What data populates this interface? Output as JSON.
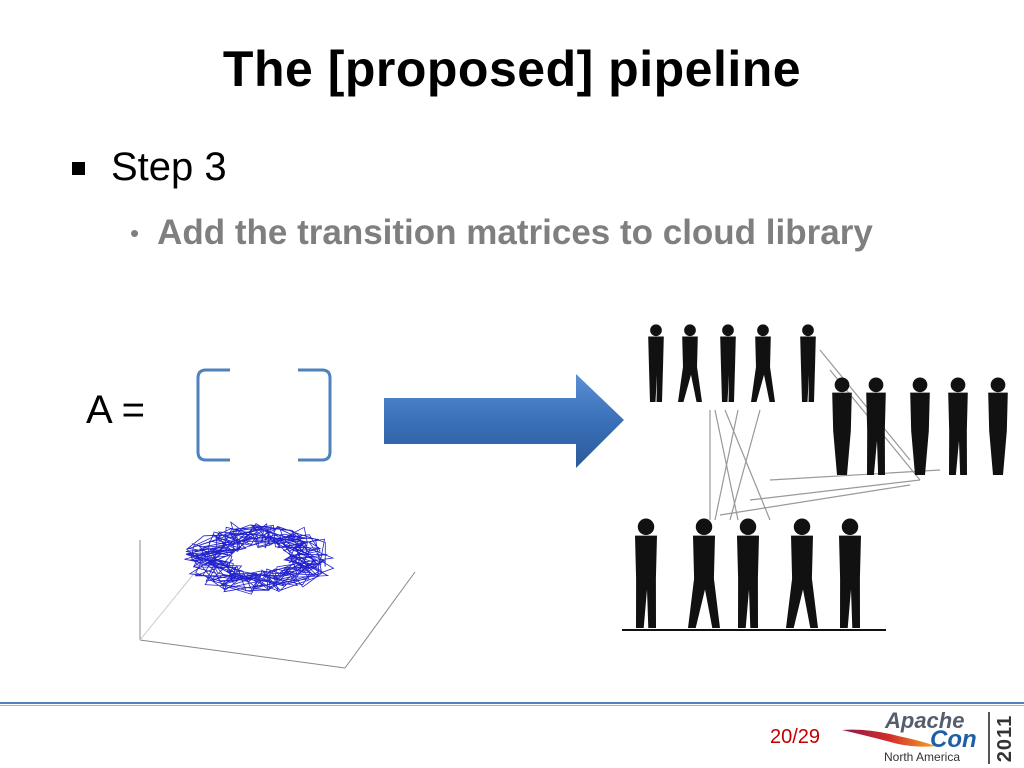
{
  "slide": {
    "title": "The [proposed] pipeline",
    "bullet_level1": "Step 3",
    "bullet_level2": "Add the transition matrices to cloud library",
    "equation_label": "A =",
    "page_number": "20/29"
  },
  "footer": {
    "logo": {
      "apache": "Apache",
      "con": "Con",
      "region": "North America",
      "year": "2011"
    }
  },
  "colors": {
    "title": "#000000",
    "sub_bullet": "#7f7f7f",
    "matrix_bracket": "#4f81bd",
    "arrow": "#3a70b8",
    "scatter": "#2222cc",
    "page_number": "#c00000",
    "footer_rule": "#4f81bd"
  },
  "icons": {
    "bullet1": "square-bullet-icon",
    "bullet2": "dot-bullet-icon",
    "arrow": "right-arrow-icon",
    "logo_feather": "apache-feather-icon"
  }
}
